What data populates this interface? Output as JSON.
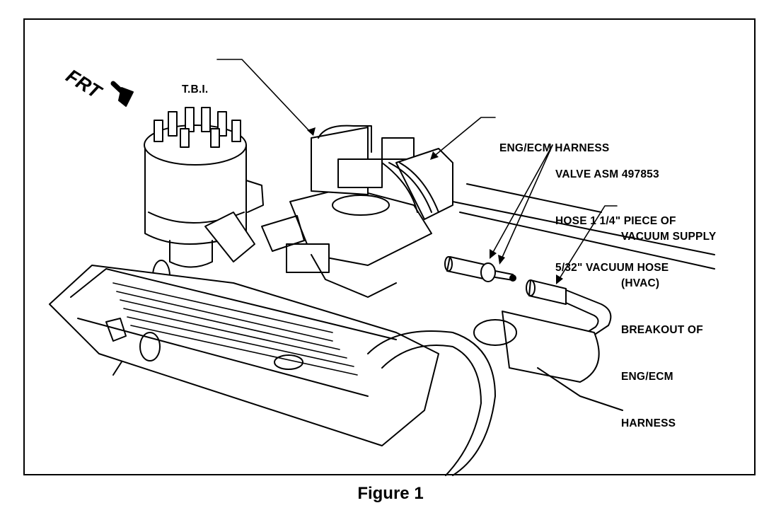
{
  "figure": {
    "caption": "Figure 1",
    "direction_label": "FRT",
    "callouts": [
      {
        "id": "tbi",
        "lines": [
          "T.B.I."
        ]
      },
      {
        "id": "harness",
        "lines": [
          "ENG/ECM HARNESS"
        ]
      },
      {
        "id": "valve",
        "lines": [
          "VALVE ASM 497853",
          "HOSE 1 1/4\" PIECE OF",
          "5/32\" VACUUM HOSE"
        ]
      },
      {
        "id": "vacuum",
        "lines": [
          "VACUUM SUPPLY",
          "(HVAC)",
          "BREAKOUT OF",
          "ENG/ECM",
          "HARNESS"
        ]
      }
    ]
  }
}
